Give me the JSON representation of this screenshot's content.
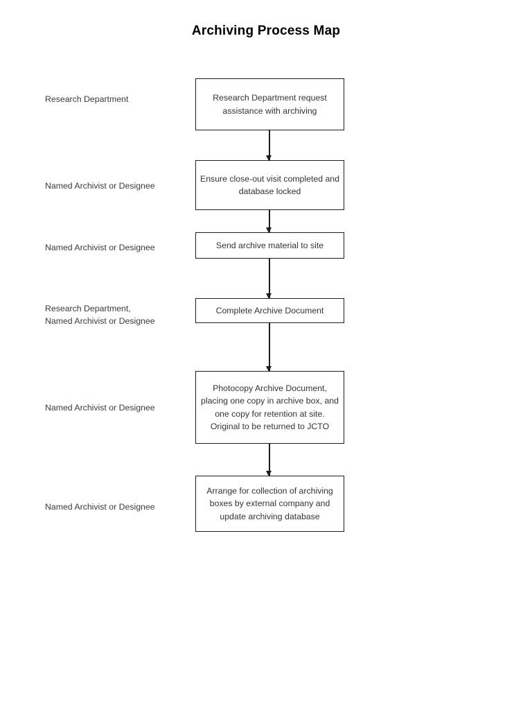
{
  "document": {
    "title": "Archiving Process Map"
  },
  "flowchart": {
    "type": "flowchart",
    "orientation": "vertical",
    "box_fill_color": "#ffffff",
    "box_border_color": "#1d1d1d",
    "text_color": "#333333",
    "label_color": "#3a3a3a",
    "steps": [
      {
        "actor": "Research Department",
        "text": "Research Department request assistance with archiving"
      },
      {
        "actor": "Named Archivist or Designee",
        "text": "Ensure close-out visit completed and database locked"
      },
      {
        "actor": "Named Archivist or Designee",
        "text": "Send archive material to site"
      },
      {
        "actor": "Research Department,\nNamed Archivist or Designee",
        "text": "Complete Archive Document"
      },
      {
        "actor": "Named Archivist or Designee",
        "text": "Photocopy Archive Document, placing one copy in archive box, and one copy for retention at site. Original to be returned to JCTO"
      },
      {
        "actor": "Named Archivist or Designee",
        "text": "Arrange for collection of archiving boxes by external company and update archiving database"
      }
    ],
    "connectors": [
      {
        "from": 0,
        "to": 1,
        "arrow": "down-arrow-icon"
      },
      {
        "from": 1,
        "to": 2,
        "arrow": "down-arrow-icon"
      },
      {
        "from": 2,
        "to": 3,
        "arrow": "down-arrow-icon"
      },
      {
        "from": 3,
        "to": 4,
        "arrow": "down-arrow-icon"
      },
      {
        "from": 4,
        "to": 5,
        "arrow": "down-arrow-icon"
      }
    ]
  }
}
